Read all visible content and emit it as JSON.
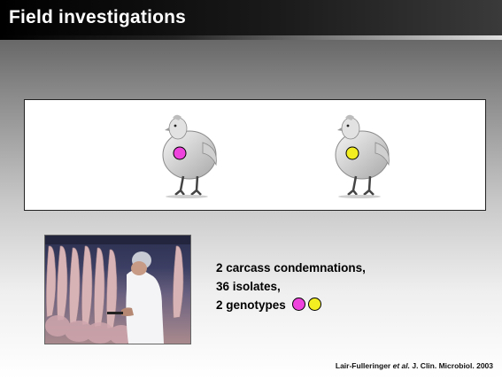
{
  "title": "Field investigations",
  "colors": {
    "genotype_1": "#ee44dd",
    "genotype_2": "#f2ee22"
  },
  "panel": {
    "images": [
      "chicken-with-magenta-marker",
      "chicken-with-yellow-marker"
    ]
  },
  "photo": {
    "subject": "poultry-processing-line-worker"
  },
  "caption": {
    "line1": "2 carcass condemnations,",
    "line2": "36 isolates,",
    "line3": "2 genotypes"
  },
  "citation": {
    "authors": "Lair-Fulleringer",
    "etal": "et al.",
    "rest": "J. Clin. Microbiol. 2003"
  }
}
